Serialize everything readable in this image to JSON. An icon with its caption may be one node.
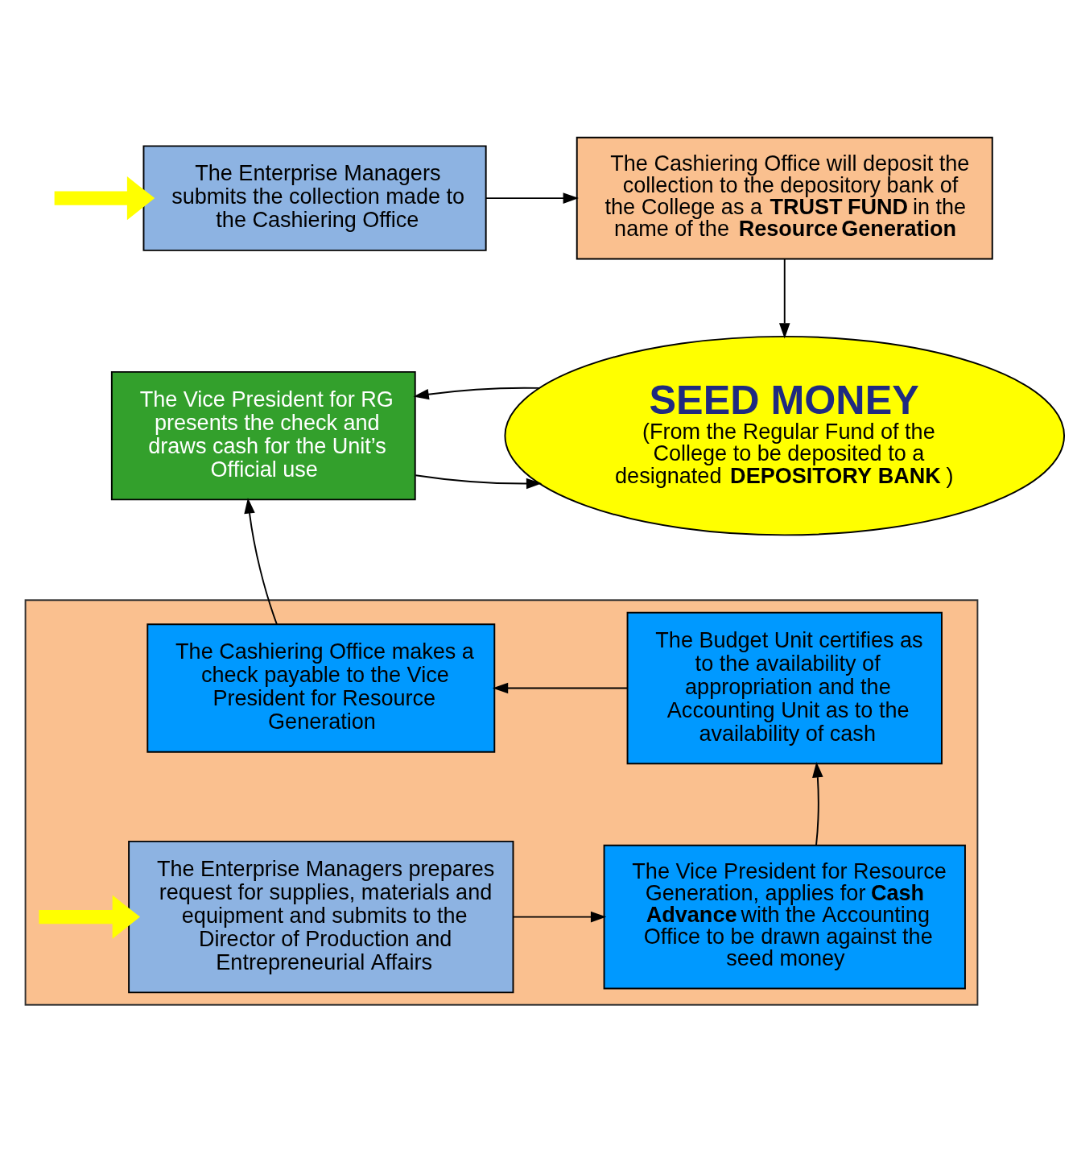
{
  "diagram": {
    "nodes": [
      {
        "text": [
          "The Enterprise Managers submits the collection made to the Cashiering Office"
        ]
      },
      {
        "text": [
          "The Cashiering Office will deposit the collection to the depository bank of the College as a **TRUST FUND** in the name of the **Resource Generation**"
        ]
      },
      {
        "text": [
          "SEED MONEY",
          "(From the Regular Fund of the College to be deposited to a designated **DEPOSITORY BANK**)"
        ]
      },
      {
        "text": [
          "The Vice President for RG presents the check and draws cash for the Unit’s Official use"
        ]
      },
      {
        "text": [],
        "shape": "box"
      },
      {
        "text": [
          "The Cashiering Office makes a check payable to the Vice President for Resource Generation"
        ],
        "in": 4
      },
      {
        "text": [
          "The Budget Unit certifies as to the availability of appropriation and the Accounting Unit as to the availability of cash"
        ],
        "in": 4
      },
      {
        "text": [
          "The Enterprise Managers prepares request for supplies, materials and equipment and submits to the Director of Production and Entrepreneurial Affairs"
        ],
        "in": 4
      },
      {
        "text": [
          "The Vice President for Resource Generation, applies for **Cash Advance** with the Accounting Office to be drawn against the seed money"
        ],
        "in": 4
      }
    ],
    "edges": [
      {
        "from": null,
        "to": 0,
        "arrow": "to",
        "style": "thick",
        "color": "#ffff00"
      },
      {
        "from": 0,
        "to": 1,
        "arrow": "to"
      },
      {
        "from": 1,
        "to": 2,
        "arrow": "to"
      },
      {
        "from": 3,
        "to": 2,
        "arrow": "to"
      },
      {
        "from": 2,
        "to": 3,
        "arrow": "to"
      },
      {
        "from": 5,
        "to": 3,
        "arrow": "to"
      },
      {
        "from": 6,
        "to": 5,
        "arrow": "to"
      },
      {
        "from": 8,
        "to": 6,
        "arrow": "to"
      },
      {
        "from": null,
        "to": 7,
        "arrow": "to",
        "style": "thick",
        "color": "#ffff00"
      },
      {
        "from": 7,
        "to": 8,
        "arrow": "to"
      }
    ]
  }
}
